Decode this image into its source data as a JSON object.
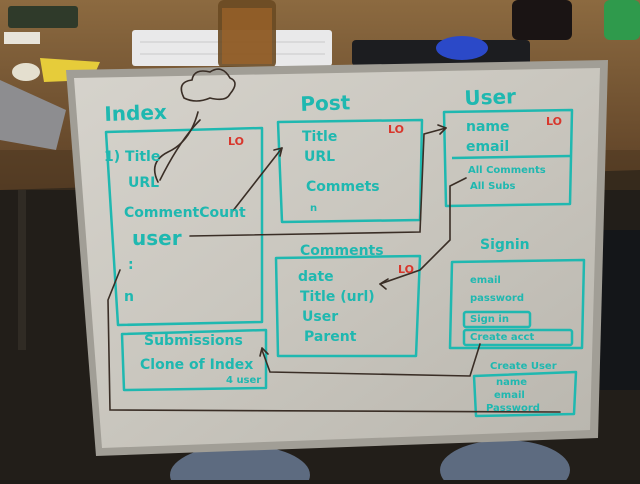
{
  "index": {
    "title": "Index",
    "lo": "LO",
    "items": [
      "1) Title",
      "URL",
      "CommentCount",
      "user",
      ":",
      "n"
    ]
  },
  "post": {
    "title": "Post",
    "lo": "LO",
    "items": [
      "Title",
      "URL",
      "Commets",
      "n"
    ]
  },
  "user": {
    "title": "User",
    "lo": "LO",
    "items": [
      "name",
      "email",
      "All Comments",
      "All Subs"
    ]
  },
  "comments": {
    "title": "Comments",
    "lo": "LO",
    "items": [
      "date",
      "Title (url)",
      "User",
      "Parent"
    ]
  },
  "signin": {
    "title": "Signin",
    "items": [
      "email",
      "password"
    ],
    "signin_button": "Sign in",
    "create_button": "Create acct"
  },
  "submissions": {
    "title": "Submissions",
    "items": [
      "Clone of Index",
      "4 user"
    ]
  },
  "create_user": {
    "title": "Create User",
    "items": [
      "name",
      "email",
      "Password"
    ]
  },
  "colors": {
    "marker": "#1fb8b0",
    "marker_red": "#d8362c",
    "marker_dark": "#3a2e26",
    "board": "#cfccc5",
    "frame": "#9a978f",
    "desk": "#7a5a35"
  }
}
